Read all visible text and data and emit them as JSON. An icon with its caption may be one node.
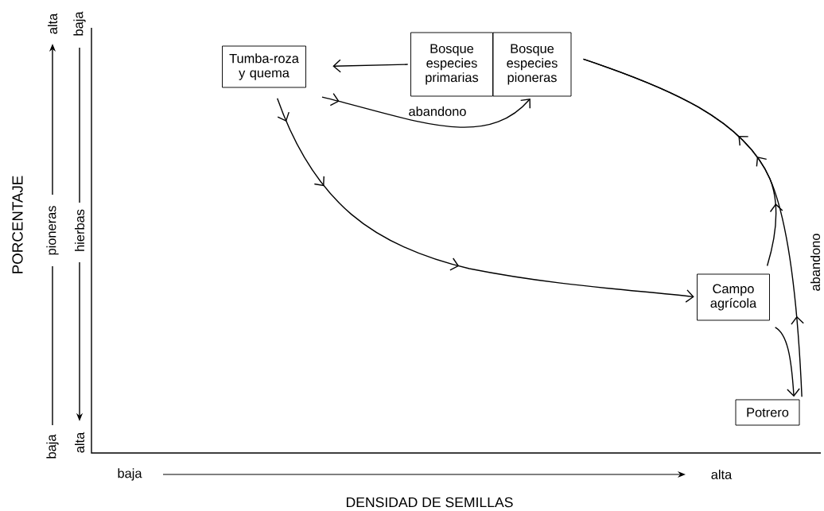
{
  "diagram": {
    "nodes": [
      {
        "text": [
          "Tumba-roza y quema"
        ]
      },
      {
        "text": [
          "Bosque especies primarias"
        ]
      },
      {
        "text": [
          "Bosque especies pioneras"
        ]
      },
      {
        "text": [
          "Campo agrícola"
        ]
      },
      {
        "text": [
          "Potrero"
        ]
      }
    ],
    "edges": [
      {
        "from": 1,
        "to": 0,
        "arrow": "to"
      },
      {
        "from": 0,
        "to": 2,
        "arrow": "to",
        "label": "abandono"
      },
      {
        "from": 0,
        "to": 3,
        "arrow": "to"
      },
      {
        "from": 3,
        "to": 2,
        "arrow": "to"
      },
      {
        "from": 4,
        "to": 2,
        "arrow": "to",
        "label": "abandono"
      },
      {
        "from": 3,
        "to": 4,
        "arrow": "to"
      }
    ],
    "labels": [
      "alta",
      "baja",
      "PORCENTAJE",
      "pioneras",
      "hierbas",
      "baja",
      "alta",
      "baja",
      "alta",
      "DENSIDAD DE SEMILLAS"
    ]
  }
}
